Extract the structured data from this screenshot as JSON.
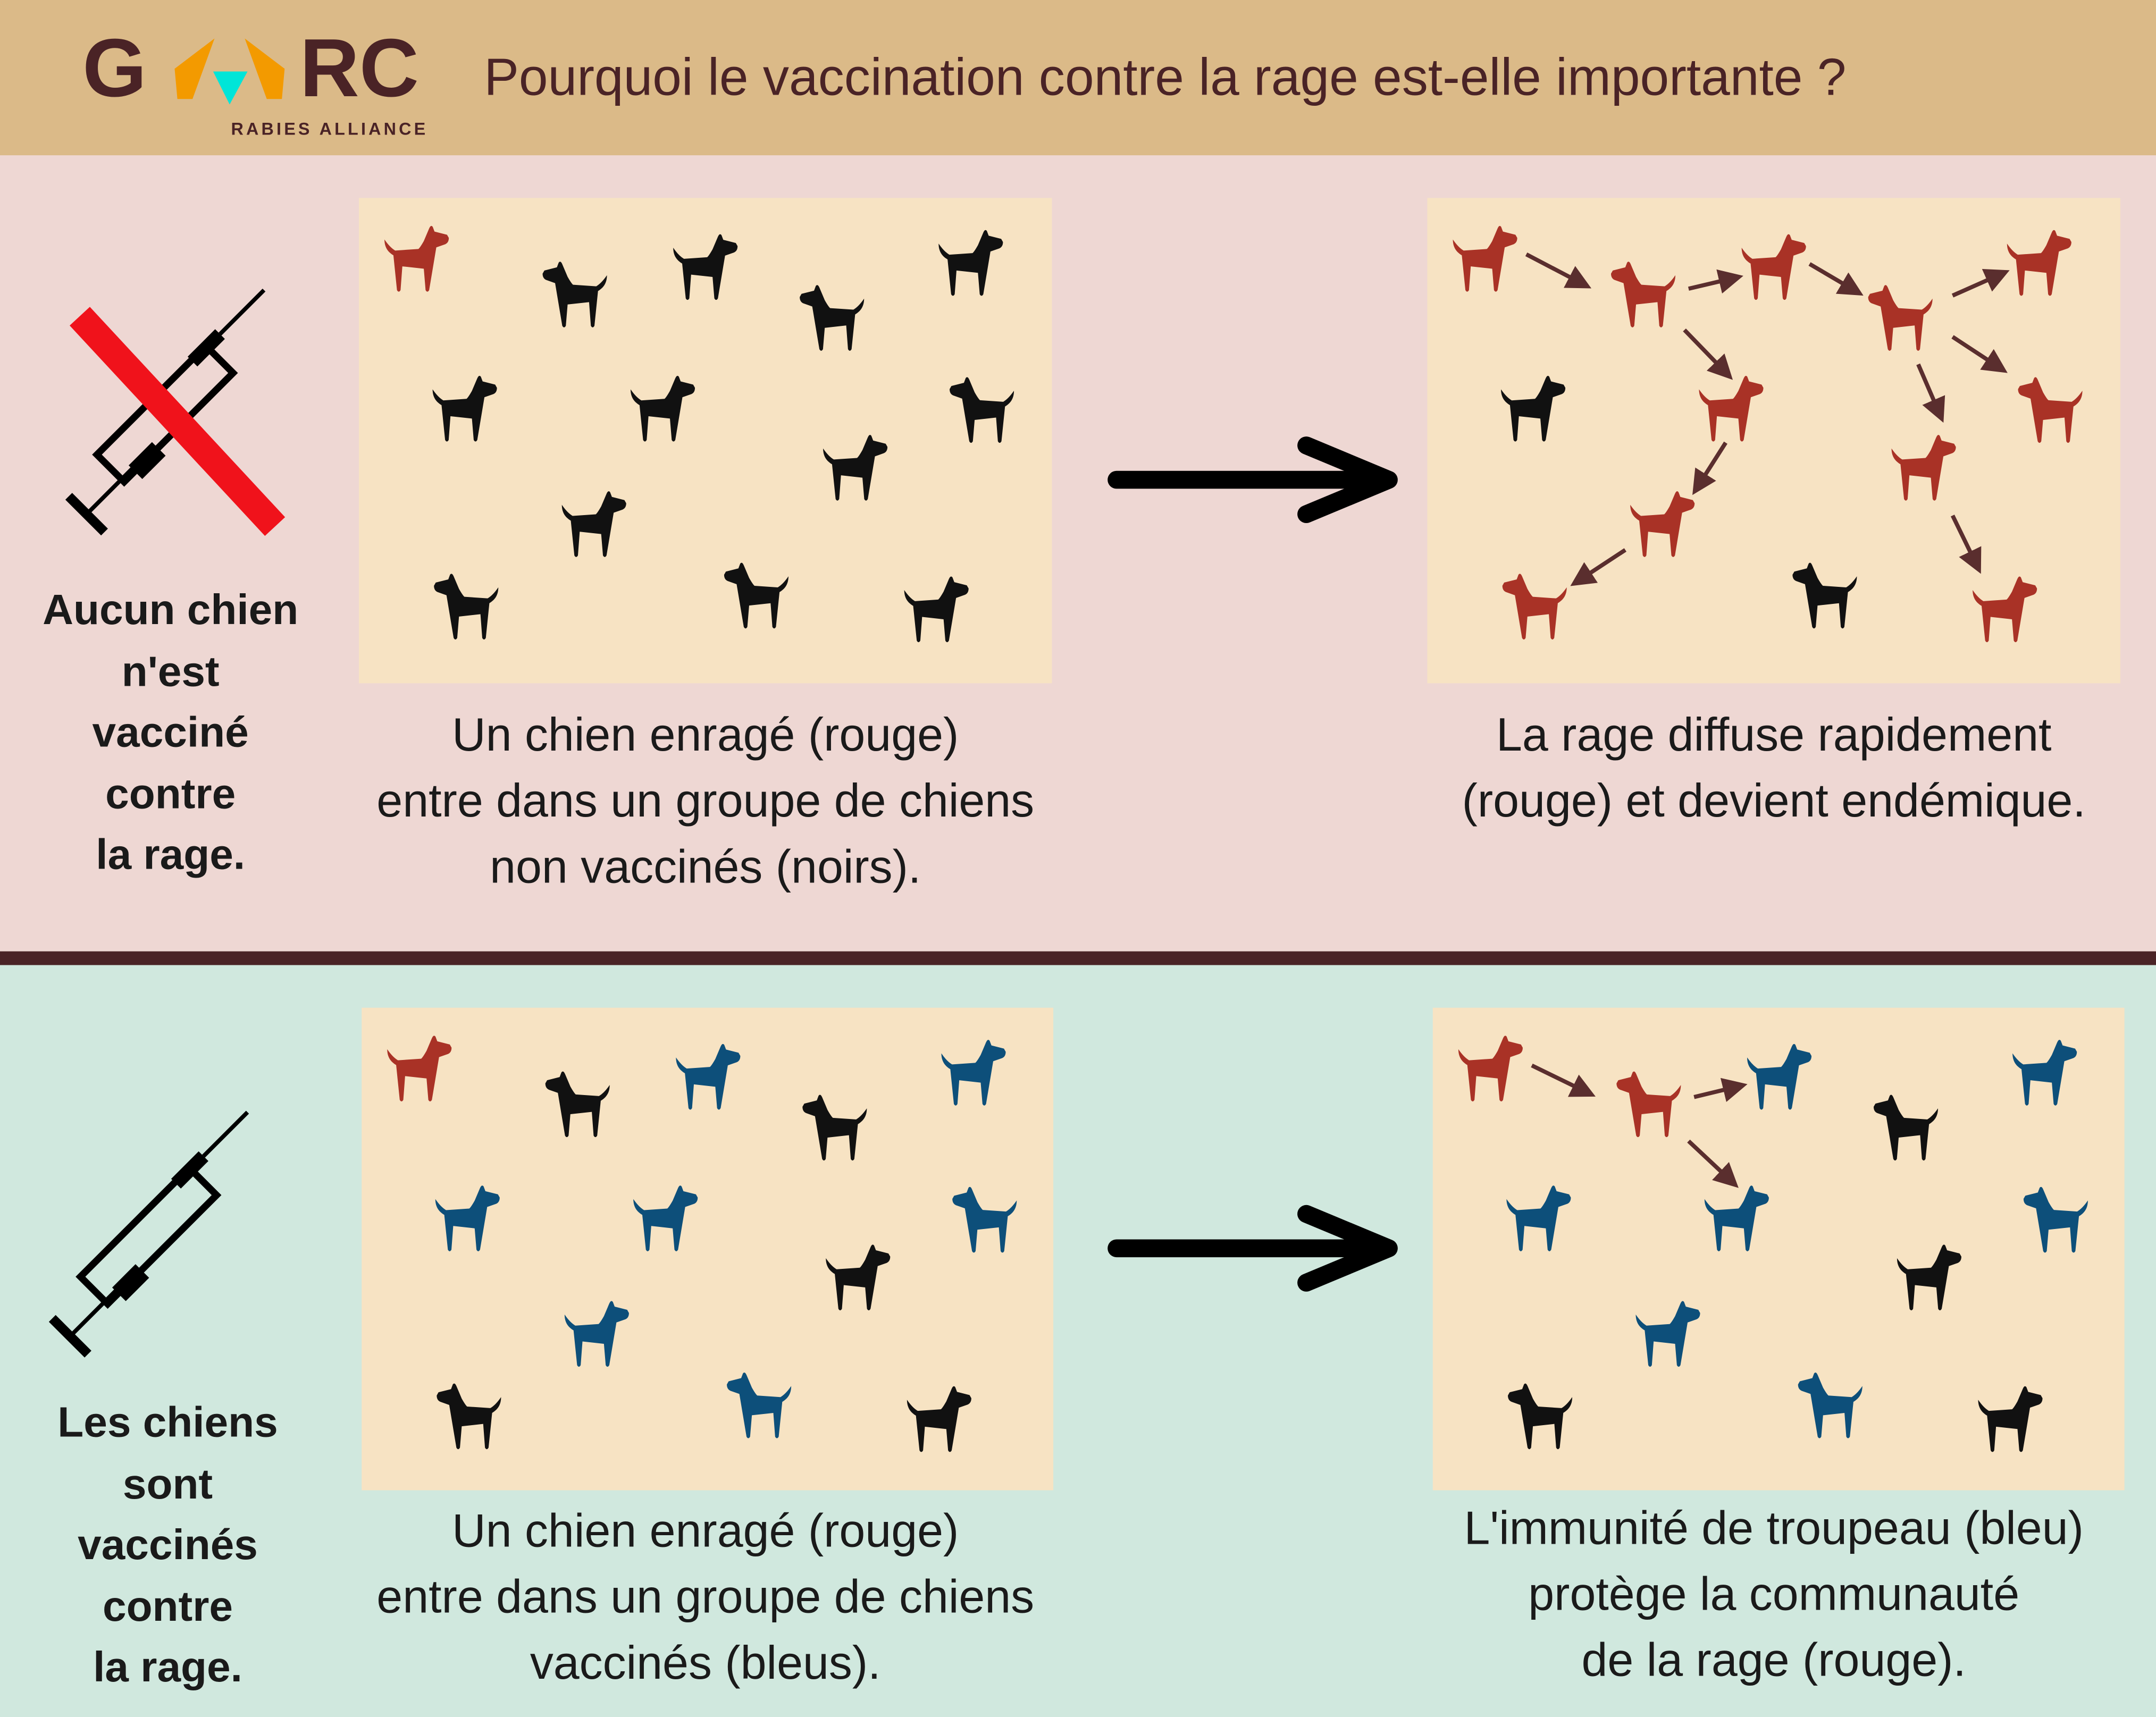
{
  "header": {
    "logo_text": "GARC",
    "logo_subtitle": "RABIES ALLIANCE",
    "title": "Pourquoi le vaccination contre la rage est-elle importante ?"
  },
  "colors": {
    "rabid": "#a93226",
    "unvaccinated": "#111111",
    "vaccinated": "#0d4f7a",
    "header": "#dbba88",
    "divider": "#4a2326",
    "box": "#f7e3c3"
  },
  "top_section": {
    "side_label": [
      "Aucun chien",
      "n'est",
      "vacciné",
      "contre",
      "la rage."
    ],
    "icon": "crossed-out-syringe-icon",
    "before_caption": [
      "Un chien enragé (rouge)",
      "entre dans un groupe de chiens",
      "non vaccinés (noirs)."
    ],
    "after_caption": [
      "La rage diffuse rapidement",
      "(rouge) et devient endémique."
    ],
    "before_dogs": [
      "rabid",
      "unvaccinated",
      "unvaccinated",
      "unvaccinated",
      "unvaccinated",
      "unvaccinated",
      "unvaccinated",
      "unvaccinated",
      "unvaccinated",
      "unvaccinated",
      "unvaccinated",
      "unvaccinated",
      "unvaccinated"
    ],
    "after_dogs": [
      "rabid",
      "rabid",
      "rabid",
      "rabid",
      "rabid",
      "unvaccinated",
      "rabid",
      "rabid",
      "rabid",
      "rabid",
      "rabid",
      "unvaccinated",
      "rabid"
    ]
  },
  "bottom_section": {
    "side_label": [
      "Les chiens",
      "sont",
      "vaccinés",
      "contre",
      "la rage."
    ],
    "icon": "syringe-icon",
    "before_caption": [
      "Un chien enragé (rouge)",
      "entre dans un groupe de chiens",
      "vaccinés (bleus)."
    ],
    "after_caption": [
      "L'immunité de troupeau (bleu)",
      "protège la communauté",
      "de la rage (rouge)."
    ],
    "before_dogs": [
      "rabid",
      "unvaccinated",
      "vaccinated",
      "unvaccinated",
      "vaccinated",
      "vaccinated",
      "vaccinated",
      "vaccinated",
      "unvaccinated",
      "vaccinated",
      "unvaccinated",
      "vaccinated",
      "unvaccinated"
    ],
    "after_dogs": [
      "rabid",
      "rabid",
      "vaccinated",
      "unvaccinated",
      "vaccinated",
      "vaccinated",
      "vaccinated",
      "vaccinated",
      "unvaccinated",
      "vaccinated",
      "unvaccinated",
      "vaccinated",
      "unvaccinated"
    ]
  }
}
